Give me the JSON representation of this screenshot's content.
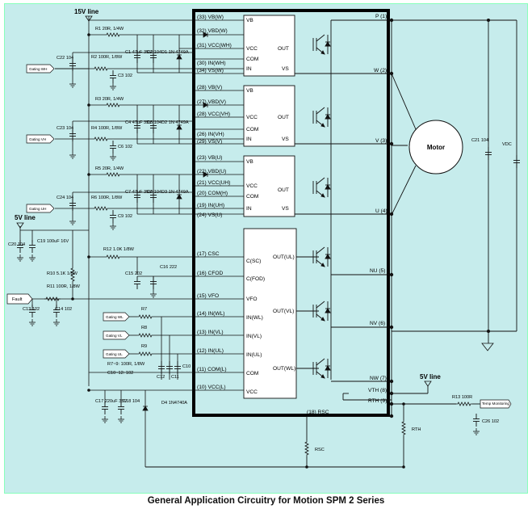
{
  "caption": "General Application Circuitry for Motion SPM 2 Series",
  "colors": {
    "background": "#c6ecec",
    "wire": "#111111",
    "module_border": "#000000"
  },
  "rails": {
    "v15": "15V line",
    "v5_left": "5V line",
    "v5_right": "5V line"
  },
  "motor": "Motor",
  "signals": {
    "gating_wh": "Gating WH",
    "gating_vh": "Gating VH",
    "gating_uh": "Gating UH",
    "gating_wl": "Gating WL",
    "gating_vl": "Gating VL",
    "gating_ul": "Gating UL",
    "fault": "Fault",
    "temp": "Temp Monitoring"
  },
  "pins": [
    "(33) VB(W)",
    "(32) VBD(W)",
    "(31) VCC(WH)",
    "(30) IN(WH)",
    "(34) VS(W)",
    "(28) VB(V)",
    "(27) VBD(V)",
    "(28) VCC(VH)",
    "(26) IN(VH)",
    "(29) VS(V)",
    "(23) VB(U)",
    "(22) VBD(U)",
    "(21) VCC(UH)",
    "(20) COM(H)",
    "(19) IN(UH)",
    "(24) VS(U)",
    "(17) CSC",
    "(16) CFOD",
    "(15) VFO",
    "(14) IN(WL)",
    "(13) IN(VL)",
    "(12) IN(UL)",
    "(11) COM(L)",
    "(10) VCC(L)",
    "(18) RSC"
  ],
  "outputs": {
    "p": "P (1)",
    "w": "W (2)",
    "v": "V (3)",
    "u": "U (4)",
    "nu": "NU (5)",
    "nv": "NV (6)",
    "nw": "NW (7)",
    "vth": "VTH (8)",
    "rth": "RTH (9)"
  },
  "ic_pins": {
    "vb": "VB",
    "vcc": "VCC",
    "com": "COM",
    "in": "IN",
    "out": "OUT",
    "vs": "VS",
    "csc": "C(SC)",
    "cfod": "C(FOD)",
    "vfo": "VFO",
    "inwl": "IN(WL)",
    "invl": "IN(VL)",
    "inul": "IN(UL)",
    "outul": "OUT(UL)",
    "outvl": "OUT(VL)",
    "outwl": "OUT(WL)"
  },
  "components": {
    "r1": "R1 20R, 1/4W",
    "r2": "R2 100R, 1/8W",
    "c1": "C1 47uF 35V",
    "c2": "C2 104",
    "d1": "D1 1N 4749A",
    "c3": "C3 102",
    "c22": "C22 104",
    "r3": "R3 20R, 1/4W",
    "r4": "R4 100R, 1/8W",
    "c4": "C4 47uF 35V",
    "c5": "C5 104",
    "d2": "D2 1N 4749A",
    "c6": "C6 102",
    "c23": "C23 104",
    "r5": "R5 20R, 1/4W",
    "r6": "R6 100R, 1/8W",
    "c7": "C7 47uF 35V",
    "c8": "C8 104",
    "d3": "D3 1N 4749A",
    "c9": "C9 102",
    "c24": "C24 104",
    "c20": "C20 104",
    "c19": "C19 100uF 16V",
    "r10": "R10 5.1K 1/8W",
    "r11": "R11 100R, 1/8W",
    "c13": "C13 102",
    "c14": "C14 102",
    "r12": "R12 1.0K 1/8W",
    "c15": "C15 202",
    "c16": "C16 222",
    "r7": "R7",
    "r8": "R8",
    "r9": "R9",
    "c10": "C10",
    "c11": "C11",
    "c12": "C12",
    "rnote": "R7~9: 100R, 1/8W",
    "cnote": "C10~12: 102",
    "c17": "C17 220uF 35V",
    "c18": "C18 104",
    "d4": "D4 1N4740A",
    "c21": "C21 104",
    "vdc": "VDC",
    "r13": "R13 100R",
    "c26": "C26 102",
    "rsc": "RSC",
    "rth": "RTH"
  }
}
